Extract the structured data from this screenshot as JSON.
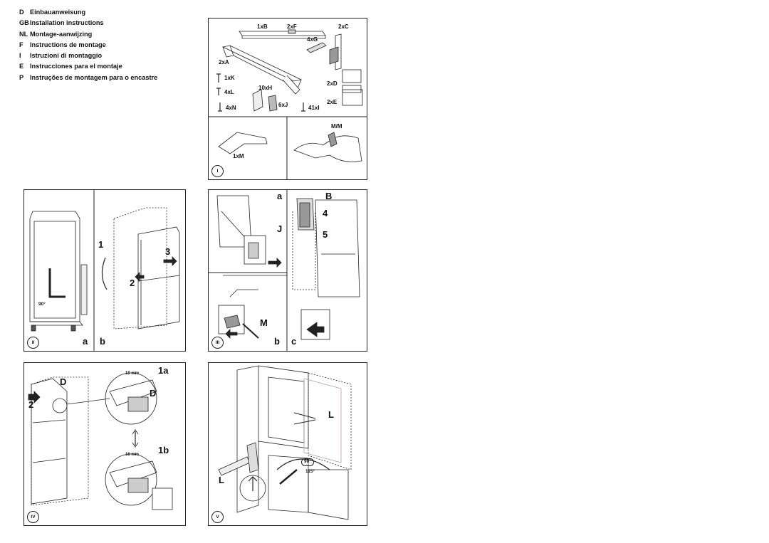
{
  "languages": [
    {
      "code": "D",
      "text": "Einbauanweisung"
    },
    {
      "code": "GB",
      "text": "Installation instructions"
    },
    {
      "code": "NL",
      "text": "Montage-aanwijzing"
    },
    {
      "code": "F",
      "text": "Instructions de montage"
    },
    {
      "code": "I",
      "text": "Istruzioni di montaggio"
    },
    {
      "code": "E",
      "text": "Instrucciones para el montaje"
    },
    {
      "code": "P",
      "text": "Instruções de montagem para o encastre"
    }
  ],
  "panel_i": {
    "label": "I",
    "b": "1xB",
    "f": "2xF",
    "c": "2xC",
    "g": "4xG",
    "a": "2xA",
    "k": "1xK",
    "l": "4xL",
    "h": "10xH",
    "d": "2xD",
    "n": "4xN",
    "j": "6xJ",
    "i": "41xI",
    "e": "2xE",
    "m": "1xM",
    "mm": "M/M"
  },
  "panel_ii": {
    "label": "II",
    "angle": "90°",
    "a": "a",
    "b": "b",
    "step1": "1",
    "step2": "2",
    "step3": "3"
  },
  "panel_iii": {
    "label": "III",
    "a": "a",
    "b": "b",
    "c": "c",
    "part_b": "B",
    "part_j": "J",
    "part_m": "M",
    "step4": "4",
    "step5": "5"
  },
  "panel_iv": {
    "label": "IV",
    "d1": "D",
    "d2": "D",
    "step2": "2",
    "s1a": "1a",
    "s1b": "1b",
    "mm1": "19 mm",
    "mm2": "16 mm"
  },
  "panel_v": {
    "label": "V",
    "l1": "L",
    "l2": "L",
    "a90": "90°",
    "a115": "115°"
  }
}
